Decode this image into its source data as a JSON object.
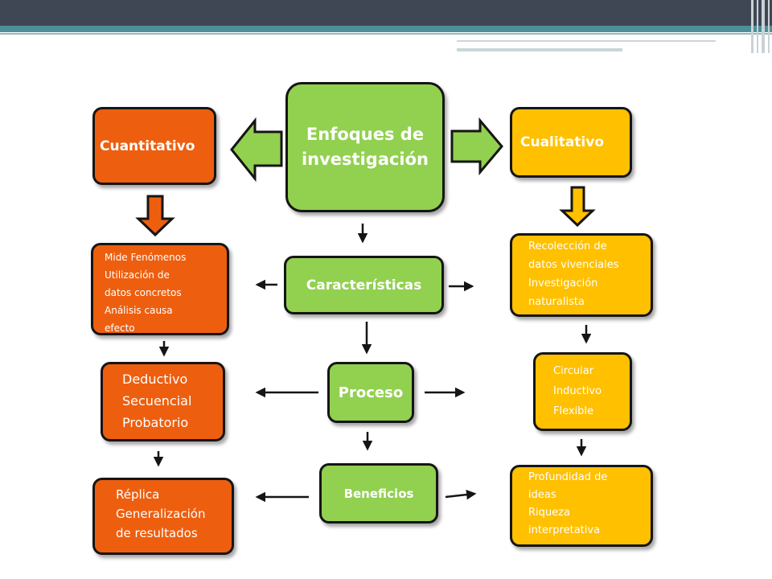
{
  "diagram": {
    "center": {
      "title_line1": "Enfoques de",
      "title_line2": "investigación"
    },
    "left_header": "Cuantitativo",
    "right_header": "Cualitativo",
    "rows": {
      "caracteristicas": {
        "label": "Características",
        "left": [
          "Mide Fenómenos",
          "Utilización de",
          "datos concretos",
          "Análisis causa",
          "efecto"
        ],
        "right": [
          "Recolección de",
          "datos vivenciales",
          "Investigación",
          "naturalista"
        ]
      },
      "proceso": {
        "label": "Proceso",
        "left": [
          "Deductivo",
          "Secuencial",
          "Probatorio"
        ],
        "right": [
          "Circular",
          "Inductivo",
          "Flexible"
        ]
      },
      "beneficios": {
        "label": "Beneficios",
        "left": [
          "Réplica",
          "Generalización",
          "de resultados"
        ],
        "right": [
          "Profundidad de",
          "ideas",
          "Riqueza",
          "interpretativa"
        ]
      }
    },
    "colors": {
      "green": "#92d050",
      "orange": "#ed5f0f",
      "yellow": "#ffc000",
      "outline": "#151515"
    }
  }
}
